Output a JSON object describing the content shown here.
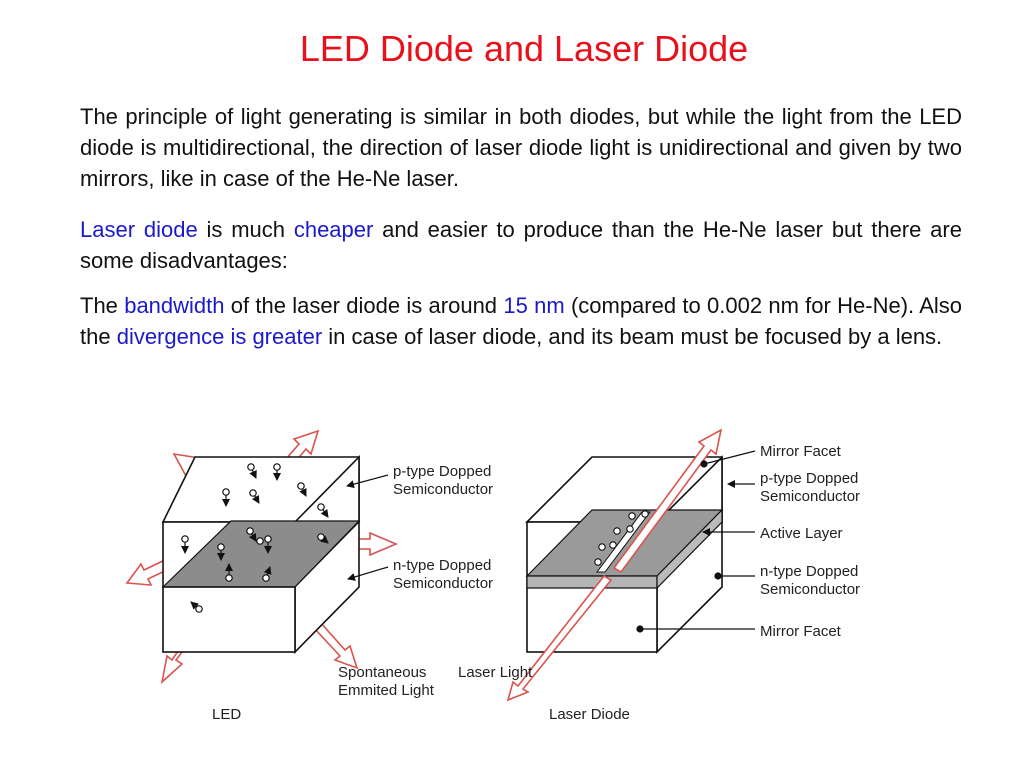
{
  "title": "LED Diode and Laser Diode",
  "para1": "The principle of light generating is similar in both diodes, but while the light from the LED diode is multidirectional, the direction of laser diode light is unidirectional and given by two mirrors, like in case of the He-Ne laser.",
  "para2": {
    "term1": "Laser diode",
    "text1": " is much ",
    "term2": "cheaper",
    "text2": " and easier to produce than the He-Ne laser but there are some disadvantages:"
  },
  "para3": {
    "text1": "The ",
    "term1": "bandwidth",
    "text2": " of the laser diode is around ",
    "term2": "15 nm",
    "text3": " (compared to 0.002 nm for He-Ne).  Also the ",
    "term3": "divergence is greater",
    "text4": " in case of laser diode, and its beam must be focused by a lens."
  },
  "highlight_color": "#1a1acb",
  "title_color": "#e8101a",
  "led": {
    "p_label_1": "p-type Dopped",
    "p_label_2": "Semiconductor",
    "n_label_1": "n-type Dopped",
    "n_label_2": "Semiconductor",
    "spont_1": "Spontaneous",
    "spont_2": "Emmited Light",
    "caption": "LED"
  },
  "laser": {
    "mirror_top": "Mirror Facet",
    "p_label_1": "p-type Dopped",
    "p_label_2": "Semiconductor",
    "active": "Active Layer",
    "n_label_1": "n-type Dopped",
    "n_label_2": "Semiconductor",
    "mirror_bottom": "Mirror Facet",
    "light": "Laser Light",
    "caption": "Laser Diode"
  }
}
